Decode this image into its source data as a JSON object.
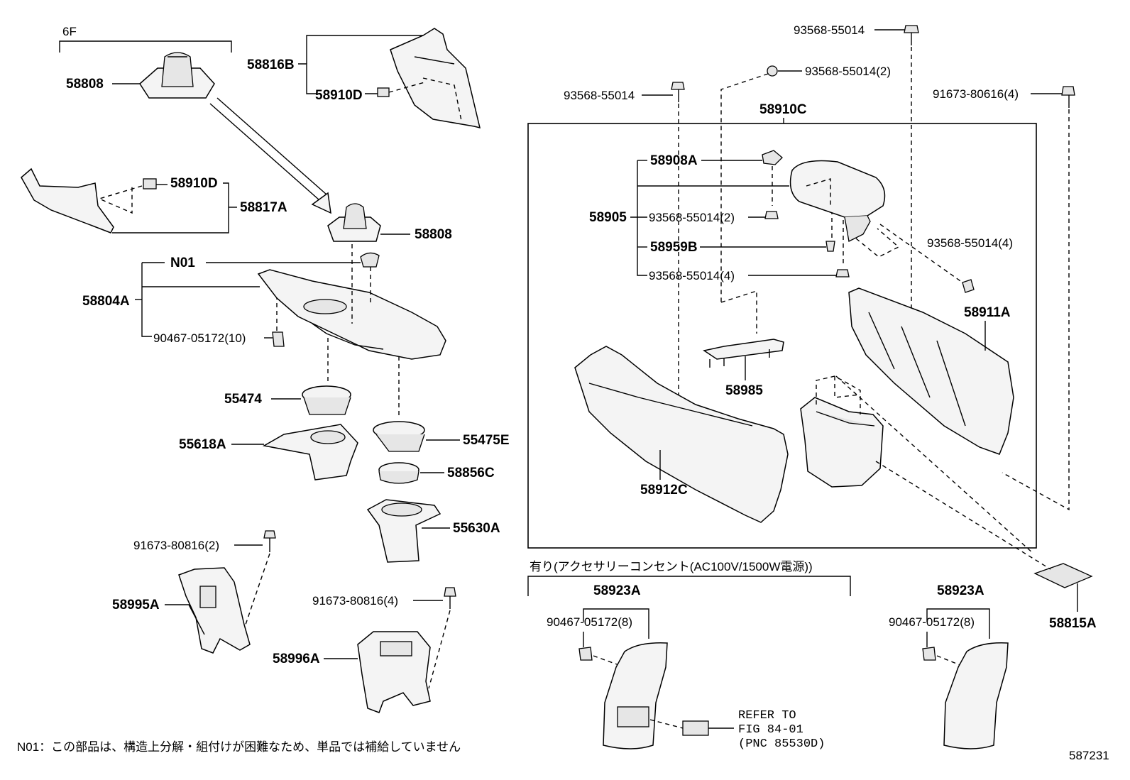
{
  "diagram": {
    "group_label_6f": "6F",
    "parts_left": {
      "p58808_top": "58808",
      "p58816B": "58816B",
      "p58910D_a": "58910D",
      "p58910D_b": "58910D",
      "p58817A": "58817A",
      "p58808_mid": "58808",
      "pN01": "N01",
      "p58804A": "58804A",
      "p90467_10": "90467-05172(10)",
      "p55474": "55474",
      "p55618A": "55618A",
      "p55475E": "55475E",
      "p58856C": "58856C",
      "p55630A": "55630A",
      "p91673_2": "91673-80816(2)",
      "p58995A": "58995A",
      "p91673_4": "91673-80816(4)",
      "p58996A": "58996A"
    },
    "parts_right": {
      "p93568_top": "93568-55014",
      "p93568_2a": "93568-55014(2)",
      "p93568_left": "93568-55014",
      "p91673_80616": "91673-80616(4)",
      "p58910C": "58910C",
      "p58908A": "58908A",
      "p58905": "58905",
      "p93568_2b": "93568-55014(2)",
      "p58959B": "58959B",
      "p93568_4a": "93568-55014(4)",
      "p93568_4b": "93568-55014(4)",
      "p58911A": "58911A",
      "p58985": "58985",
      "p58912C": "58912C",
      "p58815A": "58815A",
      "p58923A_a": "58923A",
      "p90467_8a": "90467-05172(8)",
      "p58923A_b": "58923A",
      "p90467_8b": "90467-05172(8)"
    },
    "option_heading": "有り(アクセサリーコンセント(AC100V/1500W電源))",
    "refer": {
      "line1": "REFER TO",
      "line2": "FIG 84-01",
      "line3": "(PNC 85530D)"
    },
    "footnote": "N01：この部品は、構造上分解・組付けが困難なため、単品では補給していません",
    "figure_id": "587231"
  }
}
